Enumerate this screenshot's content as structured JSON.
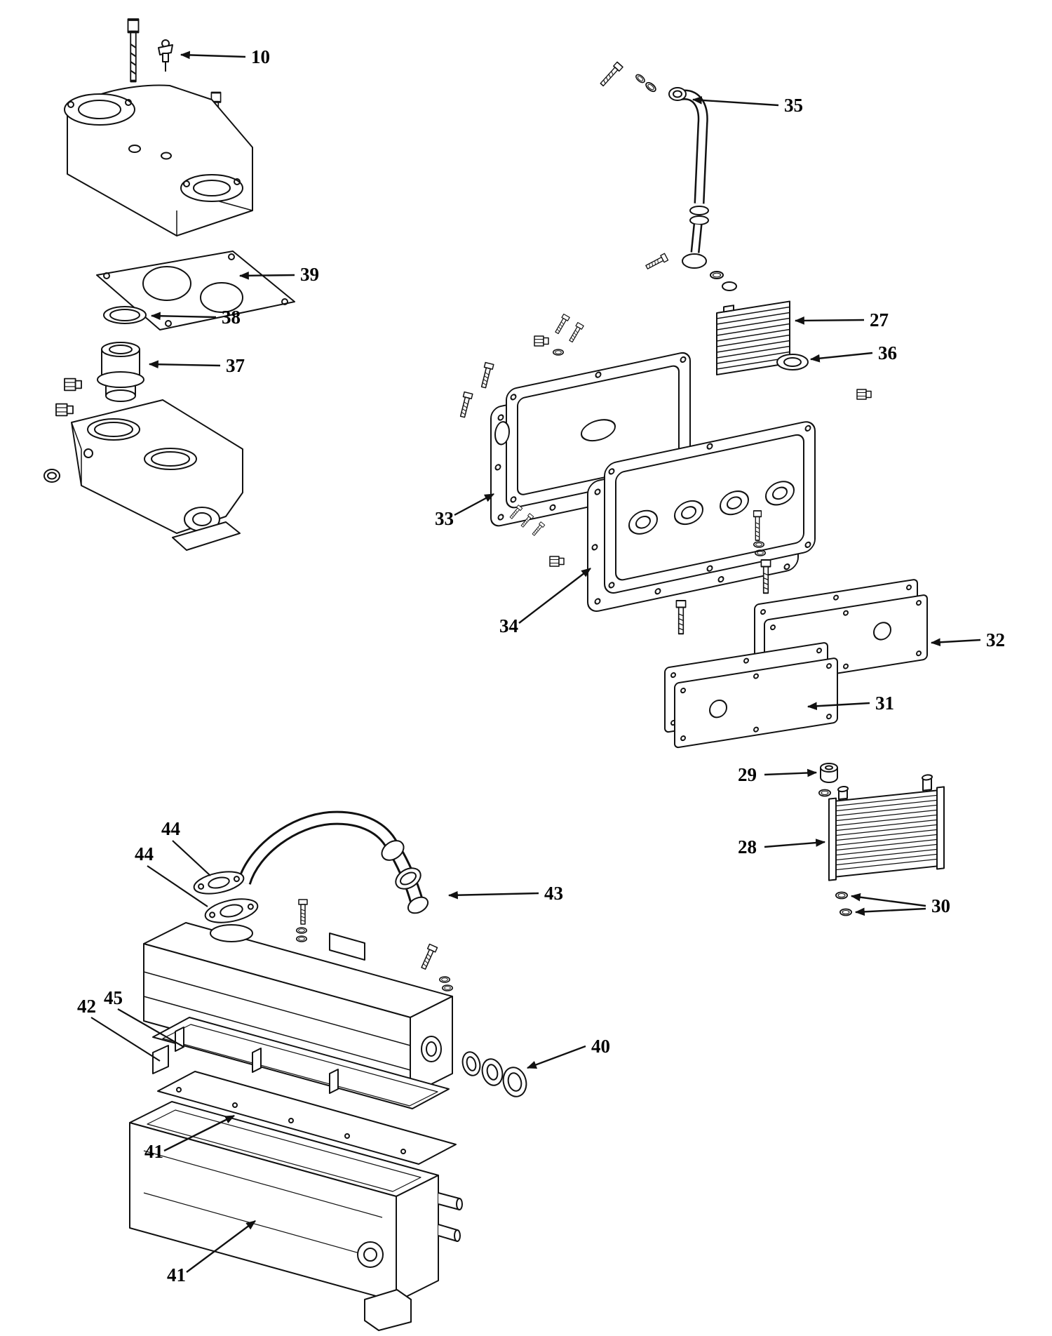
{
  "diagram": {
    "background": "#ffffff",
    "ink": "#111111",
    "callouts": {
      "n10": "10",
      "n27": "27",
      "n28": "28",
      "n29": "29",
      "n30": "30",
      "n31": "31",
      "n32": "32",
      "n33": "33",
      "n34": "34",
      "n35": "35",
      "n36": "36",
      "n37": "37",
      "n38": "38",
      "n39": "39",
      "n40": "40",
      "n41a": "41",
      "n41b": "41",
      "n42": "42",
      "n43": "43",
      "n44a": "44",
      "n44b": "44",
      "n45": "45"
    }
  }
}
